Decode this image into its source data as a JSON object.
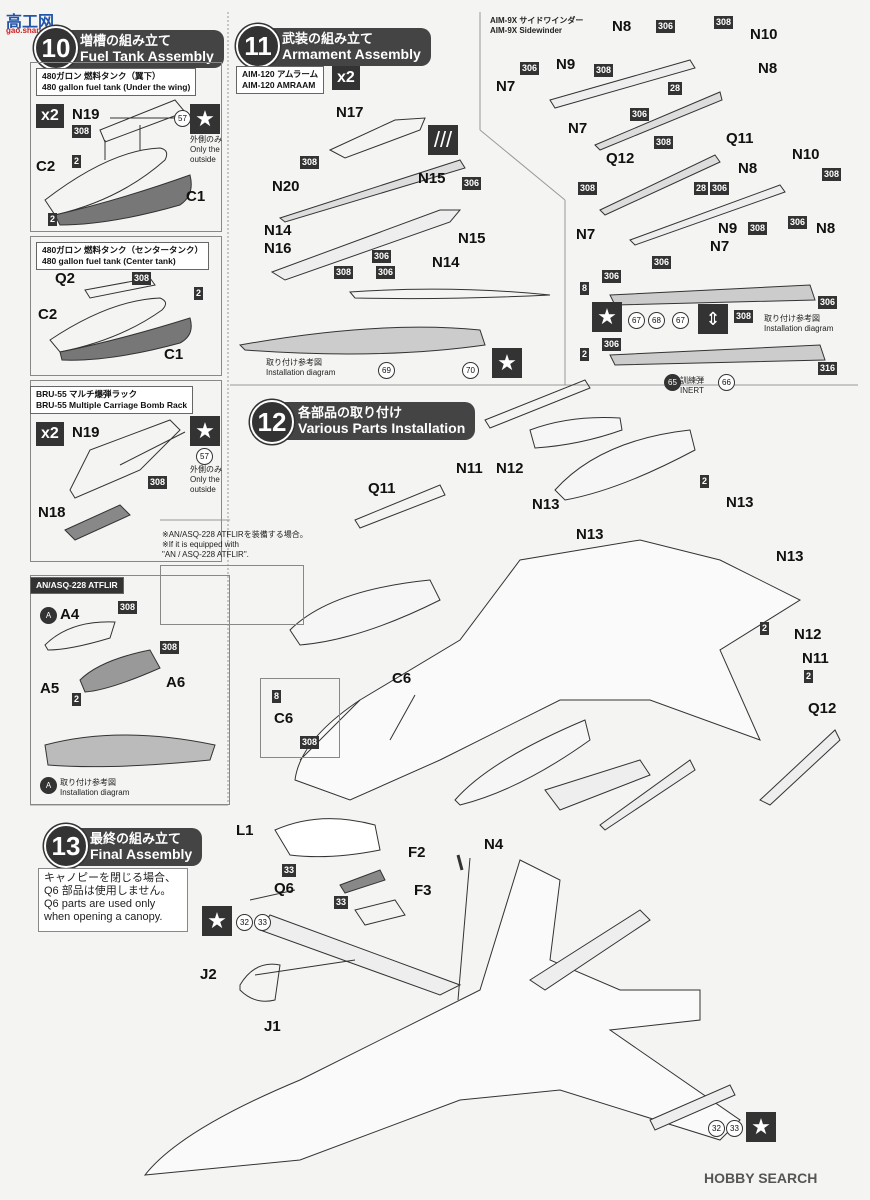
{
  "logo": {
    "jp": "高工网",
    "en": "gao.shan.com"
  },
  "step10": {
    "num": "10",
    "jp": "増槽の組み立て",
    "en": "Fuel Tank Assembly"
  },
  "tank_wing": {
    "jp": "480ガロン 燃料タンク（翼下）",
    "en": "480 gallon fuel tank (Under the wing)"
  },
  "tank_center": {
    "jp": "480ガロン 燃料タンク（センタータンク）",
    "en": "480 gallon fuel tank (Center tank)"
  },
  "bru55": {
    "jp": "BRU-55 マルチ爆弾ラック",
    "en": "BRU-55 Multiple Carriage Bomb Rack"
  },
  "atflir": {
    "title": "AN/ASQ-228 ATFLIR"
  },
  "atflir_note": {
    "jp": "※AN/ASQ-228 ATFLIRを装備する場合。",
    "en1": "※If it is equipped with",
    "en2": "\"AN / ASQ-228 ATFLIR\"."
  },
  "outside": {
    "jp": "外側のみ",
    "en1": "Only the",
    "en2": "outside"
  },
  "install": {
    "jp": "取り付け参考図",
    "en": "Installation diagram"
  },
  "x2": "x2",
  "step11": {
    "num": "11",
    "jp": "武装の組み立て",
    "en": "Armament Assembly"
  },
  "aim120": {
    "jp": "AIM-120 アムラーム",
    "en": "AIM-120 AMRAAM"
  },
  "aim9x": {
    "jp": "AIM-9X サイドワインダー",
    "en": "AIM-9X Sidewinder"
  },
  "inert": {
    "jp": "訓練弾",
    "en": "INERT"
  },
  "step12": {
    "num": "12",
    "jp": "各部品の取り付け",
    "en": "Various Parts Installation"
  },
  "step13": {
    "num": "13",
    "jp": "最終の組み立て",
    "en": "Final Assembly"
  },
  "canopy_note": {
    "jp1": "キャノピーを閉じる場合、",
    "jp2": "Q6 部品は使用しません。",
    "en1": "Q6 parts are used only",
    "en2": "when opening a canopy."
  },
  "labels": {
    "N19": "N19",
    "C2": "C2",
    "C1": "C1",
    "Q2": "Q2",
    "N18": "N18",
    "A4": "A4",
    "A5": "A5",
    "A6": "A6",
    "A": "A",
    "N17": "N17",
    "N20": "N20",
    "N15": "N15",
    "N14": "N14",
    "N16": "N16",
    "N8": "N8",
    "N10": "N10",
    "N9": "N9",
    "N7": "N7",
    "Q12": "Q12",
    "Q11": "Q11",
    "N11": "N11",
    "N12": "N12",
    "N13": "N13",
    "C6": "C6",
    "L1": "L1",
    "F2": "F2",
    "F3": "F3",
    "N4": "N4",
    "Q6": "Q6",
    "J2": "J2",
    "J1": "J1"
  },
  "tags": {
    "t2": "2",
    "t8": "8",
    "t28": "28",
    "t306": "306",
    "t308": "308",
    "t316": "316",
    "t33": "33"
  },
  "circles": {
    "c32": "32",
    "c33": "33",
    "c57": "57",
    "c65": "65",
    "c66": "66",
    "c67": "67",
    "c68": "68",
    "c69": "69",
    "c70": "70"
  },
  "footer": {
    "brand": "HOBBY SEARCH"
  }
}
